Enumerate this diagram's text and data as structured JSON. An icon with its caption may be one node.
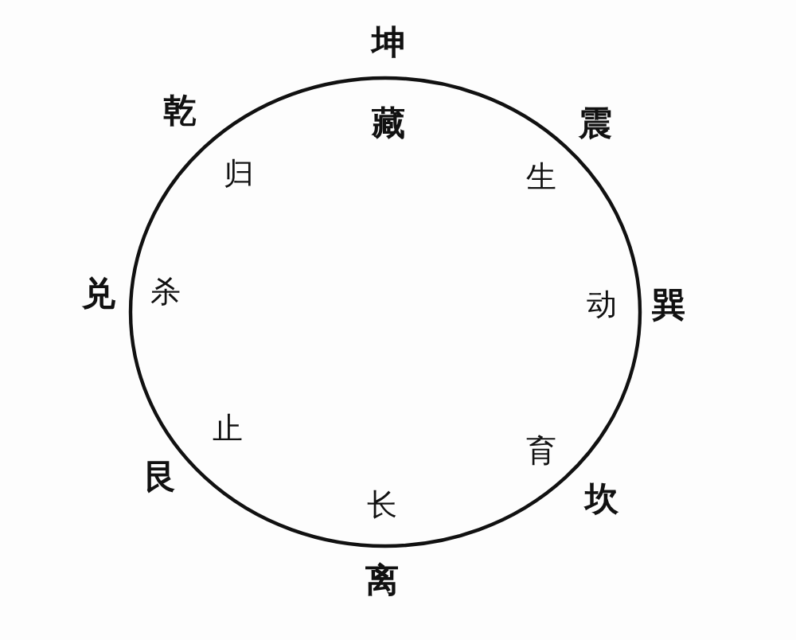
{
  "diagram": {
    "labels": [
      "坤",
      "乾",
      "藏",
      "震",
      "归",
      "生",
      "兑",
      "杀",
      "动",
      "巽",
      "止",
      "育",
      "艮",
      "长",
      "坎",
      "离"
    ]
  }
}
